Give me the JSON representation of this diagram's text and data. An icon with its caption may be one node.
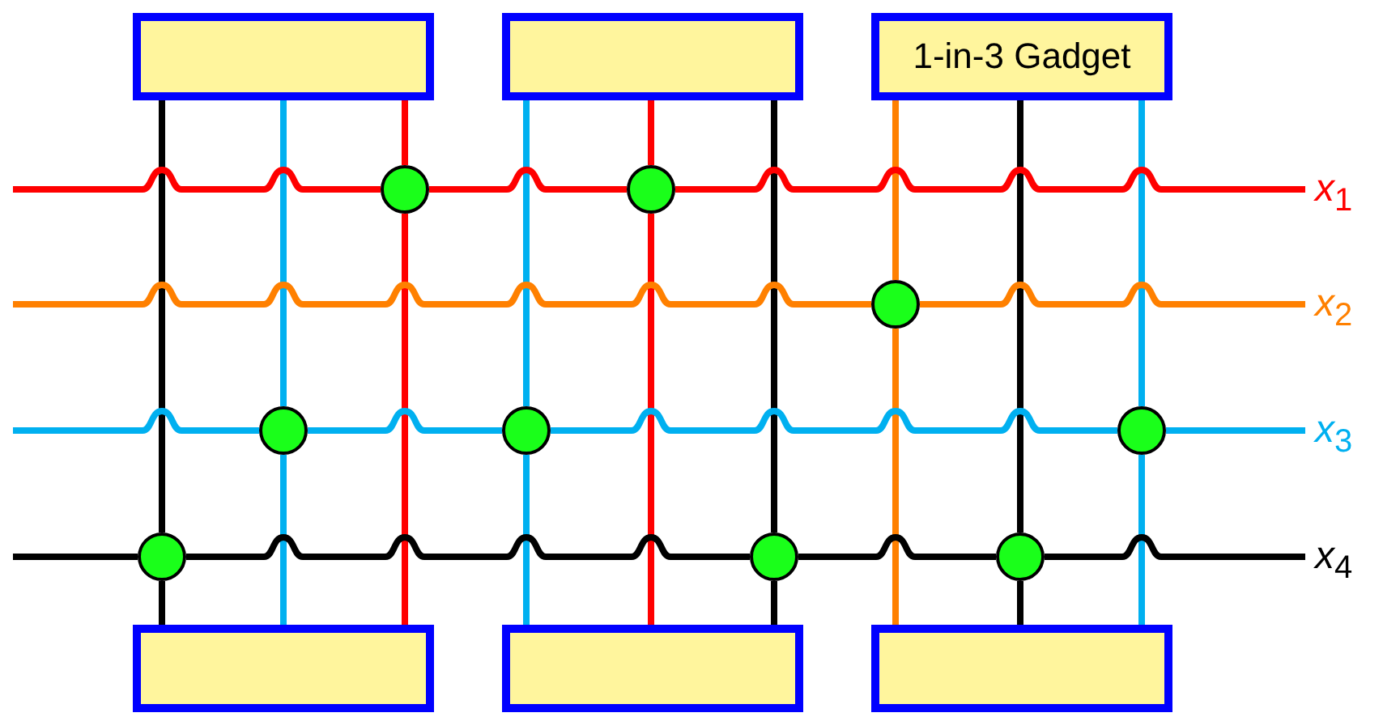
{
  "diagram": {
    "nodes": [
      {
        "text": [],
        "shape": "box"
      },
      {
        "text": [],
        "shape": "box"
      },
      {
        "text": [
          "1-in-3 Gadget"
        ]
      },
      {
        "text": [],
        "shape": "circle"
      },
      {
        "text": [],
        "shape": "circle"
      },
      {
        "text": [],
        "shape": "circle"
      },
      {
        "text": [],
        "shape": "circle"
      },
      {
        "text": [],
        "shape": "circle"
      },
      {
        "text": [],
        "shape": "circle"
      },
      {
        "text": [],
        "shape": "circle"
      },
      {
        "text": [],
        "shape": "circle"
      },
      {
        "text": [],
        "shape": "circle"
      },
      {
        "text": [
          "*x*$_{1}$"
        ]
      },
      {
        "text": [
          "*x*$_{2}$"
        ]
      },
      {
        "text": [
          "*x*$_{3}$"
        ]
      },
      {
        "text": [
          "*x*$_{4}$"
        ]
      },
      {
        "text": [],
        "shape": "box"
      },
      {
        "text": [],
        "shape": "box"
      },
      {
        "text": [],
        "shape": "box"
      }
    ],
    "edges": [
      {
        "from": null,
        "to": 3,
        "arrow": "none",
        "color": "#ff0000"
      },
      {
        "from": 3,
        "to": 4,
        "arrow": "none",
        "color": "#ff0000"
      },
      {
        "from": 4,
        "to": 12,
        "arrow": "none",
        "color": "#ff0000"
      },
      {
        "from": null,
        "to": 5,
        "arrow": "none",
        "color": "#ff8000"
      },
      {
        "from": 5,
        "to": 13,
        "arrow": "none",
        "color": "#ff8000"
      },
      {
        "from": null,
        "to": 6,
        "arrow": "none",
        "color": "#00b0f0"
      },
      {
        "from": 6,
        "to": 7,
        "arrow": "none",
        "color": "#00b0f0"
      },
      {
        "from": 7,
        "to": 8,
        "arrow": "none",
        "color": "#00b0f0"
      },
      {
        "from": 8,
        "to": 14,
        "arrow": "none",
        "color": "#00b0f0"
      },
      {
        "from": null,
        "to": 9,
        "arrow": "none",
        "color": "#000000"
      },
      {
        "from": 9,
        "to": 10,
        "arrow": "none",
        "color": "#000000"
      },
      {
        "from": 10,
        "to": 11,
        "arrow": "none",
        "color": "#000000"
      },
      {
        "from": 11,
        "to": 15,
        "arrow": "none",
        "color": "#000000"
      },
      {
        "from": 0,
        "to": 9,
        "arrow": "none",
        "color": "#000000"
      },
      {
        "from": 9,
        "to": 16,
        "arrow": "none",
        "color": "#000000"
      },
      {
        "from": 0,
        "to": 6,
        "arrow": "none",
        "color": "#00b0f0"
      },
      {
        "from": 6,
        "to": 16,
        "arrow": "none",
        "color": "#00b0f0"
      },
      {
        "from": 0,
        "to": 3,
        "arrow": "none",
        "color": "#ff0000"
      },
      {
        "from": 3,
        "to": 16,
        "arrow": "none",
        "color": "#ff0000"
      },
      {
        "from": 1,
        "to": 7,
        "arrow": "none",
        "color": "#00b0f0"
      },
      {
        "from": 7,
        "to": 17,
        "arrow": "none",
        "color": "#00b0f0"
      },
      {
        "from": 1,
        "to": 4,
        "arrow": "none",
        "color": "#ff0000"
      },
      {
        "from": 4,
        "to": 17,
        "arrow": "none",
        "color": "#ff0000"
      },
      {
        "from": 1,
        "to": 10,
        "arrow": "none",
        "color": "#000000"
      },
      {
        "from": 10,
        "to": 17,
        "arrow": "none",
        "color": "#000000"
      },
      {
        "from": 2,
        "to": 5,
        "arrow": "none",
        "color": "#ff8000"
      },
      {
        "from": 5,
        "to": 18,
        "arrow": "none",
        "color": "#ff8000"
      },
      {
        "from": 2,
        "to": 11,
        "arrow": "none",
        "color": "#000000"
      },
      {
        "from": 11,
        "to": 18,
        "arrow": "none",
        "color": "#000000"
      },
      {
        "from": 2,
        "to": 8,
        "arrow": "none",
        "color": "#00b0f0"
      },
      {
        "from": 8,
        "to": 18,
        "arrow": "none",
        "color": "#00b0f0"
      }
    ]
  }
}
